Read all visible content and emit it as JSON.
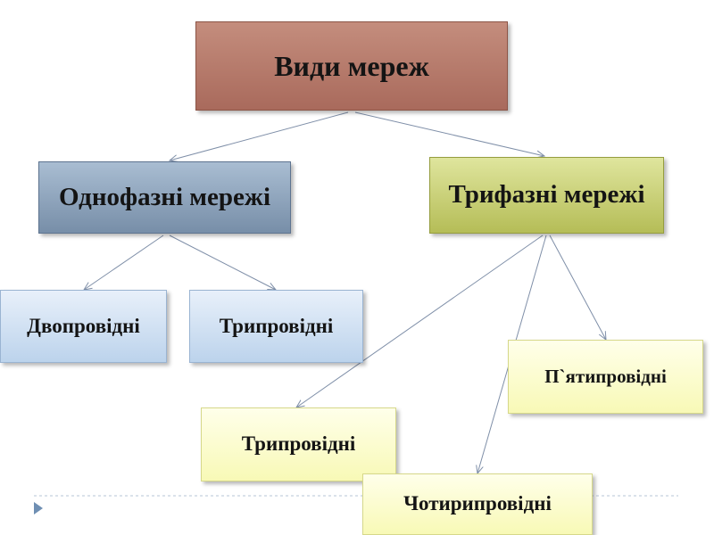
{
  "diagram": {
    "root": "Види мереж",
    "single_phase": "Однофазні мережі",
    "three_phase": "Трифазні мережі",
    "single_children": [
      "Двопровідні",
      "Трипровідні"
    ],
    "three_children": [
      "П`ятипровідні",
      "Трипровідні",
      "Чотирипровідні"
    ]
  },
  "colors": {
    "root": "#b67868",
    "single_phase": "#8ea3bd",
    "three_phase": "#cdd47a",
    "single_children": "#cfe0f3",
    "three_children": "#fbfcc8",
    "connector": "#7f8fa8"
  }
}
